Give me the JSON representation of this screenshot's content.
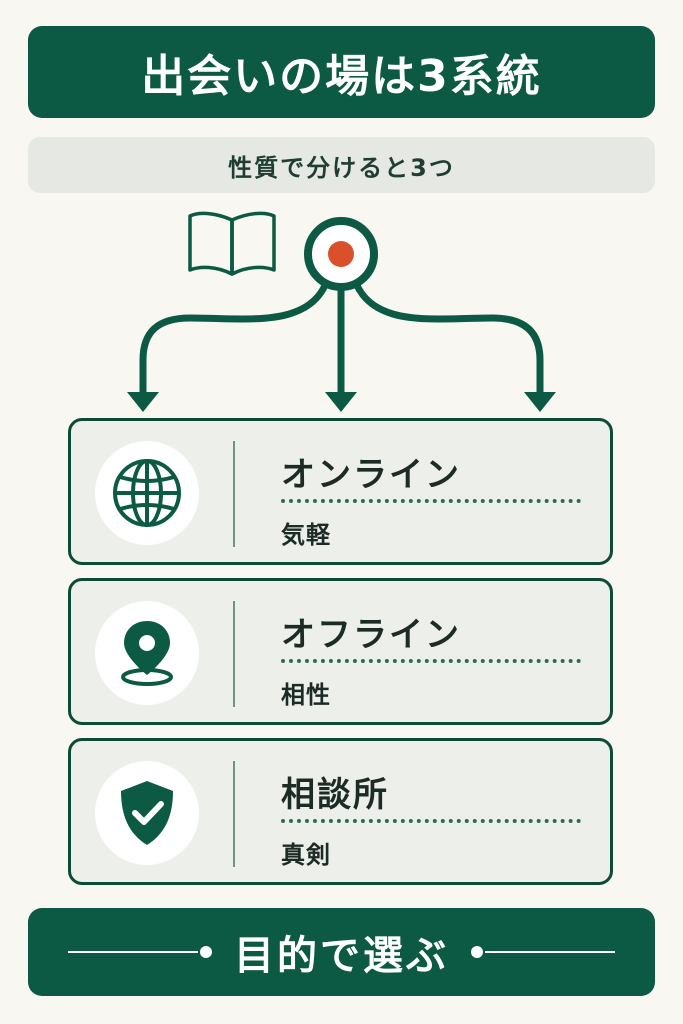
{
  "title": "出会いの場は3系統",
  "subtitle": "性質で分けると3つ",
  "cards": [
    {
      "title": "オンライン",
      "subtitle": "気軽",
      "icon": "globe-icon"
    },
    {
      "title": "オフライン",
      "subtitle": "相性",
      "icon": "map-pin-icon"
    },
    {
      "title": "相談所",
      "subtitle": "真剣",
      "icon": "shield-check-icon"
    }
  ],
  "footer": "目的で選ぶ",
  "colors": {
    "primary": "#0d5a44",
    "accent": "#d9502a",
    "card_background": "#edefea",
    "subtitle_background": "#e6e9e3",
    "page_background": "#f8f7f2"
  }
}
